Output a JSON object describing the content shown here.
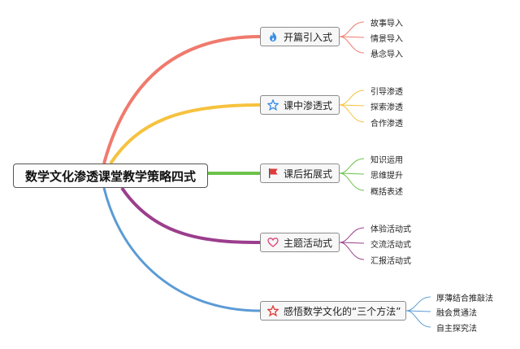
{
  "root": {
    "label": "数学文化渗透课堂教学策略四式"
  },
  "branches": [
    {
      "label": "开篇引入式",
      "icon": "fire-icon",
      "color": "#ef7a6d",
      "children": [
        "故事导入",
        "情景导入",
        "悬念导入"
      ]
    },
    {
      "label": "课中渗透式",
      "icon": "star-outline-icon",
      "color": "#f6c23e",
      "children": [
        "引导渗透",
        "探索渗透",
        "合作渗透"
      ]
    },
    {
      "label": "课后拓展式",
      "icon": "red-flag-icon",
      "color": "#6cc24a",
      "children": [
        "知识运用",
        "思维提升",
        "概括表述"
      ]
    },
    {
      "label": "主题活动式",
      "icon": "heart-outline-icon",
      "color": "#9b3e8d",
      "children": [
        "体验活动式",
        "交流活动式",
        "汇报活动式"
      ]
    },
    {
      "label": "感悟数学文化的“三个方法”",
      "icon": "star-red-outline-icon",
      "color": "#5b9bd5",
      "children": [
        "厚薄结合推敲法",
        "融会贯通法",
        "自主探究法"
      ]
    }
  ]
}
